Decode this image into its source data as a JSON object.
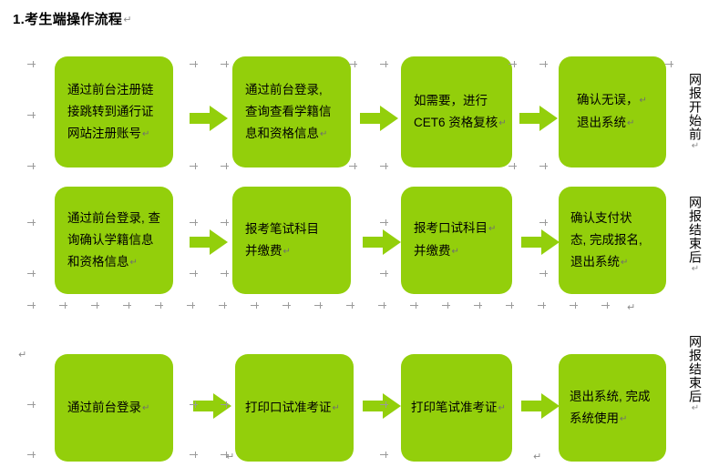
{
  "document": {
    "title": "1.考生端操作流程",
    "pilcrow": "↵"
  },
  "flow": {
    "arrow_glyph": "block-right-arrow",
    "box_color": "#93CF0B",
    "rows": [
      {
        "id": "row-1",
        "stage_label": "网报开始前",
        "boxes": [
          {
            "id": "r1b1",
            "lines": [
              "通过前台注册链",
              "接跳转到通行证",
              "网站注册账号"
            ]
          },
          {
            "id": "r1b2",
            "lines": [
              "通过前台登录,",
              "查询查看学籍信",
              "息和资格信息"
            ]
          },
          {
            "id": "r1b3",
            "lines": [
              "如需要，进行",
              "CET6 资格复核"
            ]
          },
          {
            "id": "r1b4",
            "lines": [
              "确认无误，",
              "退出系统"
            ]
          }
        ]
      },
      {
        "id": "row-2",
        "stage_label": "网报结束后",
        "boxes": [
          {
            "id": "r2b1",
            "lines": [
              "通过前台登录, 查",
              "询确认学籍信息",
              "和资格信息"
            ]
          },
          {
            "id": "r2b2",
            "lines": [
              "报考笔试科目",
              "并缴费"
            ]
          },
          {
            "id": "r2b3",
            "lines": [
              "报考口试科目",
              "并缴费"
            ]
          },
          {
            "id": "r2b4",
            "lines": [
              "确认支付状",
              "态, 完成报名,",
              "退出系统"
            ]
          }
        ]
      },
      {
        "id": "row-3",
        "stage_label": "网报结束后",
        "boxes": [
          {
            "id": "r3b1",
            "lines": [
              "通过前台登录"
            ]
          },
          {
            "id": "r3b2",
            "lines": [
              "打印口试准考证"
            ]
          },
          {
            "id": "r3b3",
            "lines": [
              "打印笔试准考证"
            ]
          },
          {
            "id": "r3b4",
            "lines": [
              "退出系统, 完成",
              "系统使用"
            ]
          }
        ]
      }
    ]
  },
  "marks": {
    "pilcrow": "↵"
  }
}
